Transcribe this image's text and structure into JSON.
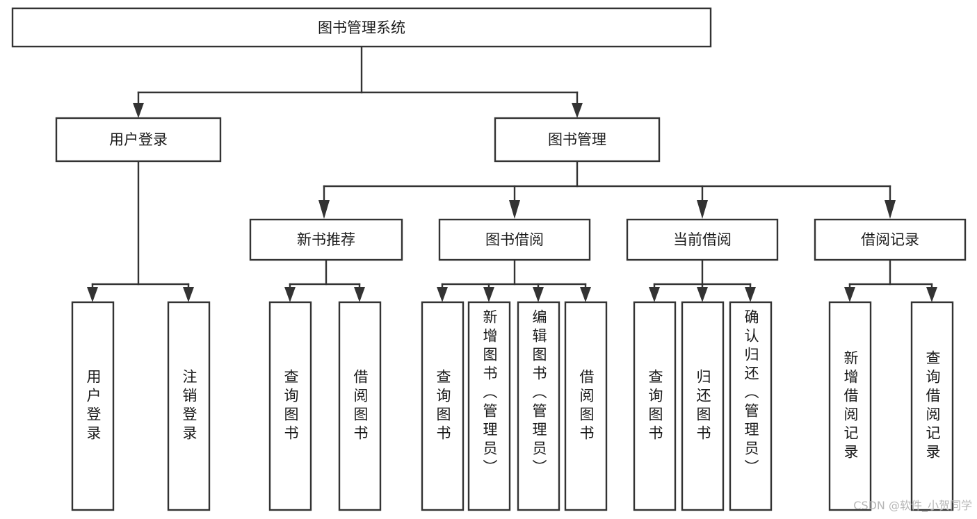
{
  "diagram": {
    "title": "图书管理系统",
    "type": "tree-hierarchy",
    "orientation": "top-down",
    "root": {
      "label": "图书管理系统",
      "orientation": "horizontal"
    },
    "level2": [
      {
        "label": "用户登录",
        "orientation": "horizontal"
      },
      {
        "label": "图书管理",
        "orientation": "horizontal"
      }
    ],
    "level3": [
      {
        "label": "新书推荐",
        "orientation": "horizontal"
      },
      {
        "label": "图书借阅",
        "orientation": "horizontal"
      },
      {
        "label": "当前借阅",
        "orientation": "horizontal"
      },
      {
        "label": "借阅记录",
        "orientation": "horizontal"
      }
    ],
    "leaves": {
      "user_login": [
        {
          "label": "用户登录",
          "orientation": "vertical"
        },
        {
          "label": "注销登录",
          "orientation": "vertical"
        }
      ],
      "new_book_recommend": [
        {
          "label": "查询图书",
          "orientation": "vertical"
        },
        {
          "label": "借阅图书",
          "orientation": "vertical"
        }
      ],
      "book_borrow": [
        {
          "label": "查询图书",
          "orientation": "vertical"
        },
        {
          "label": "新增图书（管理员）",
          "orientation": "vertical"
        },
        {
          "label": "编辑图书（管理员）",
          "orientation": "vertical"
        },
        {
          "label": "借阅图书",
          "orientation": "vertical"
        }
      ],
      "current_borrow": [
        {
          "label": "查询图书",
          "orientation": "vertical"
        },
        {
          "label": "归还图书",
          "orientation": "vertical"
        },
        {
          "label": "确认归还（管理员）",
          "orientation": "vertical"
        }
      ],
      "borrow_record": [
        {
          "label": "新增借阅记录",
          "orientation": "vertical"
        },
        {
          "label": "查询借阅记录",
          "orientation": "vertical"
        }
      ]
    },
    "colors": {
      "stroke": "#333333",
      "fill": "#ffffff",
      "text": "#1a1a1a",
      "watermark": "#b6b6b6",
      "background": "#ffffff"
    }
  },
  "watermark": {
    "text": "CSDN @软件_小贺同学"
  }
}
